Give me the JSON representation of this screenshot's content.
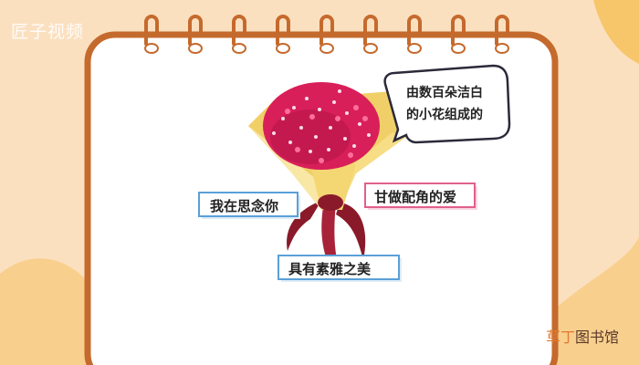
{
  "watermark_top_left": "匠子视频",
  "watermark_bottom_right": {
    "brand_part1": "草丁",
    "brand_part2": "图书馆"
  },
  "bubble_text_line1": "由数百朵洁白",
  "bubble_text_line2": "的小花组成的",
  "labels": {
    "miss_you": "我在思念你",
    "supporting_love": "甘做配角的爱",
    "elegant_beauty": "具有素雅之美"
  },
  "colors": {
    "background": "#fbe0c0",
    "notebook_border": "#c56a2d",
    "paper": "#ffffff",
    "wrapping_paper": "#f7e08a",
    "flowers": "#d81f5a",
    "ribbon": "#8a1a2a",
    "label_blue_border": "#5aa0d8",
    "label_pink_border": "#e0608a"
  }
}
